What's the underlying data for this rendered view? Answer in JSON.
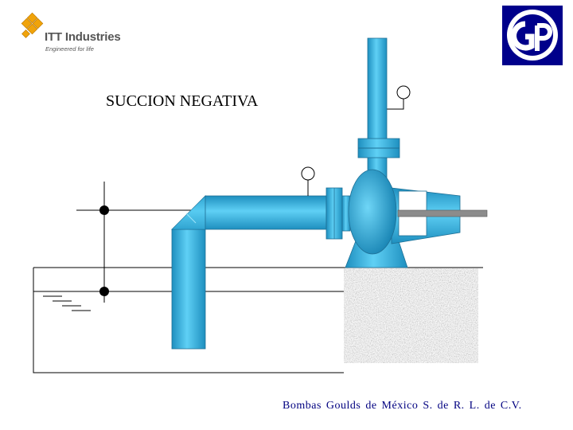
{
  "logo": {
    "company": "ITT Industries",
    "tagline": "Engineered for life",
    "brand_color": "#F0A30A"
  },
  "gp_logo": {
    "color": "#00008B",
    "icon": "gp-logo-icon"
  },
  "title": "SUCCION NEGATIVA",
  "footer": "Bombas Goulds de México S. de R. L. de C.V.",
  "colors": {
    "pipe": "#3BB8E6",
    "pipe_dark": "#1E7FA8",
    "concrete": "#9A9A9A",
    "outline": "#000000"
  }
}
